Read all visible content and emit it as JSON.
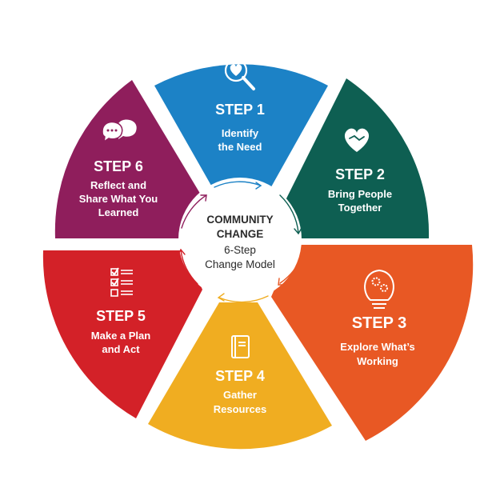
{
  "center": {
    "title_line1": "COMMUNITY",
    "title_line2": "CHANGE",
    "subtitle_line1": "6-Step",
    "subtitle_line2": "Change Model"
  },
  "steps": [
    {
      "title": "STEP 1",
      "desc": [
        "Identify",
        "the Need"
      ],
      "color": "#1c82c6",
      "icon": "heart-magnifier-icon"
    },
    {
      "title": "STEP 2",
      "desc": [
        "Bring People",
        "Together"
      ],
      "color": "#0e5f52",
      "icon": "heart-handshake-icon"
    },
    {
      "title": "STEP 3",
      "desc": [
        "Explore What’s",
        "Working"
      ],
      "color": "#e85824",
      "icon": "lightbulb-gears-icon"
    },
    {
      "title": "STEP 4",
      "desc": [
        "Gather",
        "Resources"
      ],
      "color": "#f0ad21",
      "icon": "book-icon"
    },
    {
      "title": "STEP 5",
      "desc": [
        "Make a Plan",
        "and Act"
      ],
      "color": "#d32128",
      "icon": "checklist-icon"
    },
    {
      "title": "STEP 6",
      "desc": [
        "Reflect and",
        "Share What You",
        "Learned"
      ],
      "color": "#8f1e5c",
      "icon": "speech-bubbles-icon"
    }
  ],
  "arrow_colors": [
    "#1c82c6",
    "#0e5f52",
    "#e85824",
    "#f0ad21",
    "#d32128",
    "#8f1e5c"
  ]
}
